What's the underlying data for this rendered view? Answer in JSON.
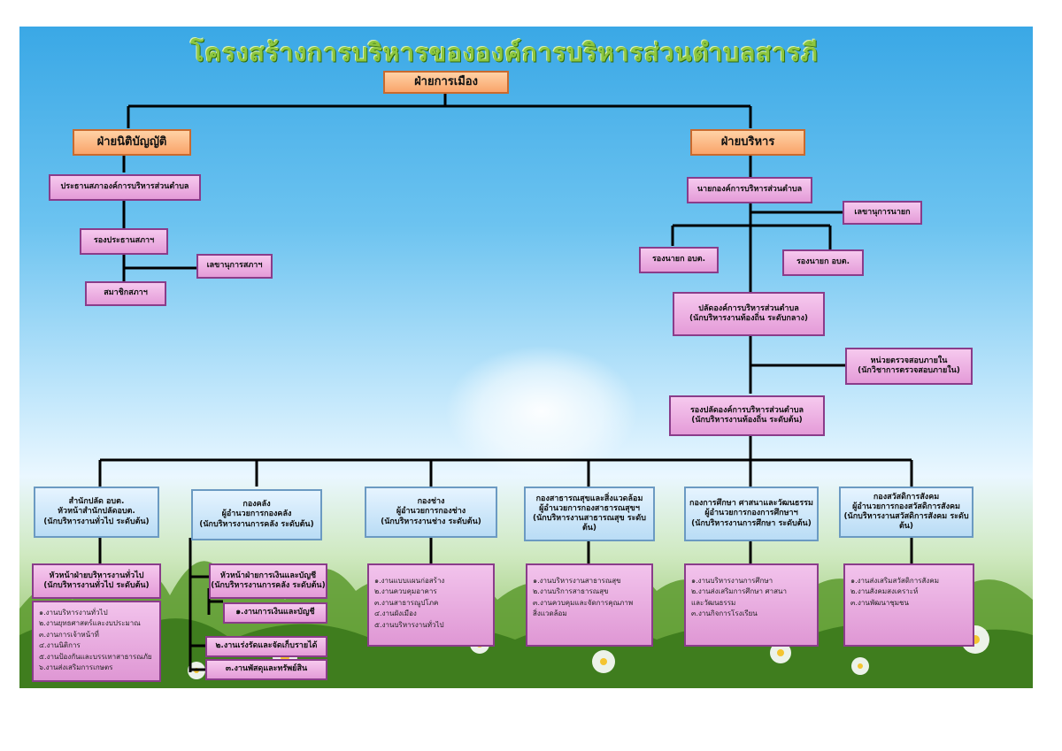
{
  "title": "โครงสร้างการบริหารขององค์การบริหารส่วนตำบลสารภี",
  "colors": {
    "title": "#8dc63f",
    "orange_box": "#f9a46a",
    "pink_box": "#e49bd8",
    "blue_box": "#b9dcf5",
    "line": "#000000"
  },
  "top": {
    "label": "ฝ่ายการเมือง"
  },
  "legislative": {
    "label": "ฝ่ายนิติบัญญัติ",
    "chair": "ประธานสภาองค์การบริหารส่วนตำบล",
    "vice_chair": "รองประธานสภาฯ",
    "secretary": "เลขานุการสภาฯ",
    "members": "สมาชิกสภาฯ"
  },
  "executive": {
    "label": "ฝ่ายบริหาร",
    "mayor": "นายกองค์การบริหารส่วนตำบล",
    "mayor_secretary": "เลขานุการนายก",
    "deputy_1": "รองนายก อบต.",
    "deputy_2": "รองนายก อบต.",
    "clerk": {
      "line1": "ปลัดองค์การบริหารส่วนตำบล",
      "line2": "(นักบริหารงานท้องถิ่น ระดับกลาง)"
    },
    "audit": {
      "line1": "หน่วยตรวจสอบภายใน",
      "line2": "(นักวิชาการตรวจสอบภายใน)"
    },
    "deputy_clerk": {
      "line1": "รองปลัดองค์การบริหารส่วนตำบล",
      "line2": "(นักบริหารงานท้องถิ่น ระดับต้น)"
    }
  },
  "departments": [
    {
      "line1": "สำนักปลัด อบต.",
      "line2": "หัวหน้าสำนักปลัดอบต.",
      "line3": "(นักบริหารงานทั่วไป ระดับต้น)"
    },
    {
      "line1": "กองคลัง",
      "line2": "ผู้อำนวยการกองคลัง",
      "line3": "(นักบริหารงานการคลัง ระดับต้น)"
    },
    {
      "line1": "กองช่าง",
      "line2": "ผู้อำนวยการกองช่าง",
      "line3": "(นักบริหารงานช่าง ระดับต้น)"
    },
    {
      "line1": "กองสาธารณสุขและสิ่งแวดล้อม",
      "line2": "ผู้อำนวยการกองสาธารณสุขฯ",
      "line3": "(นักบริหารงานสาธารณสุข ระดับต้น)"
    },
    {
      "line1": "กองการศึกษา ศาสนาและวัฒนธรรม",
      "line2": "ผู้อำนวยการกองการศึกษาฯ",
      "line3": "(นักบริหารงานการศึกษา ระดับต้น)"
    },
    {
      "line1": "กองสวัสดิการสังคม",
      "line2": "ผู้อำนวยการกองสวัสดิการสังคม",
      "line3": "(นักบริหารงานสวัสดิการสังคม ระดับต้น)"
    }
  ],
  "office_head": {
    "line1": "หัวหน้าฝ่ายบริหารงานทั่วไป",
    "line2": "(นักบริหารงานทั่วไป ระดับต้น)"
  },
  "office_tasks": [
    "๑.งานบริหารงานทั่วไป",
    "๒.งานยุทธศาสตร์และงบประมาณ",
    "๓.งานการเจ้าหน้าที่",
    "๔.งานนิติการ",
    "๕.งานป้องกันและบรรเทาสาธารณภัย",
    "๖.งานส่งเสริมการเกษตร"
  ],
  "finance_head": {
    "line1": "หัวหน้าฝ่ายการเงินและบัญชี",
    "line2": "(นักบริหารงานการคลัง ระดับต้น)"
  },
  "finance_tasks": [
    "๑.งานการเงินและบัญชี",
    "๒.งานเร่งรัดและจัดเก็บรายได้",
    "๓.งานพัสดุและทรัพย์สิน"
  ],
  "engineering_tasks": [
    "๑.งานแบบแผนก่อสร้าง",
    "๒.งานควบคุมอาคาร",
    "๓.งานสาธารณูปโภค",
    "๔.งานผังเมือง",
    "๕.งานบริหารงานทั่วไป"
  ],
  "health_tasks": [
    "๑.งานบริหารงานสาธารณสุข",
    "๒.งานบริการสาธารณสุข",
    "๓.งานควบคุมและจัดการคุณภาพ",
    "สิ่งแวดล้อม"
  ],
  "education_tasks": [
    "๑.งานบริหารงานการศึกษา",
    "๒.งานส่งเสริมการศึกษา ศาสนา",
    "และวัฒนธรรม",
    "๓.งานกิจการโรงเรียน"
  ],
  "welfare_tasks": [
    "๑.งานส่งเสริมสวัสดิการสังคม",
    "๒.งานสังคมสงเคราะห์",
    "๓.งานพัฒนาชุมชน"
  ]
}
